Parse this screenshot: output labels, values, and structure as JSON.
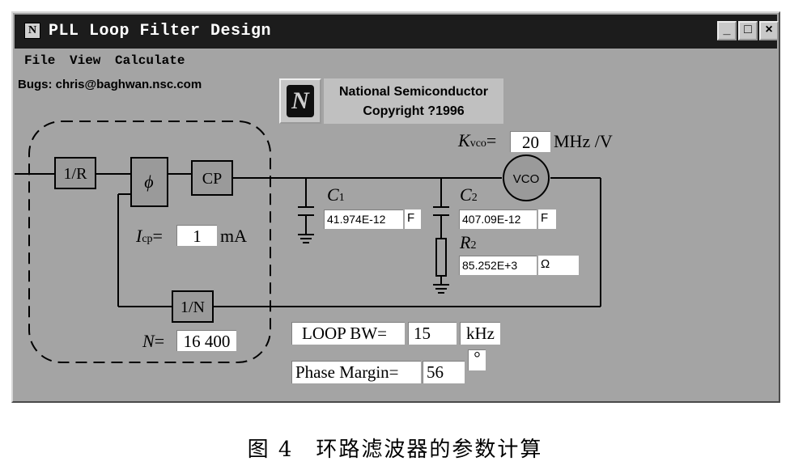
{
  "window": {
    "title": "PLL Loop Filter Design",
    "controls": {
      "minimize": "_",
      "maximize": "□",
      "close": "×"
    }
  },
  "menu": {
    "file": "File",
    "view": "View",
    "calculate": "Calculate"
  },
  "info": {
    "bugs": "Bugs: chris@baghwan.nsc.com",
    "company": "National Semiconductor",
    "copyright": "Copyright ?1996",
    "logo_letter": "N"
  },
  "blocks": {
    "div_r": "1/R",
    "phase_detector": "ϕ",
    "charge_pump": "CP",
    "div_n": "1/N",
    "vco": "VCO"
  },
  "kvco": {
    "label": "K",
    "sub": "vco",
    "equals": "=",
    "value": "20",
    "unit": "MHz /V"
  },
  "icp": {
    "label": "I",
    "sub": "cp",
    "equals": "=",
    "value": "1",
    "unit": "mA"
  },
  "n_div": {
    "label": "N",
    "equals": "=",
    "value": "16 400"
  },
  "c1": {
    "label": "C",
    "sub": "1",
    "value": "41.974E-12",
    "unit": "F"
  },
  "c2": {
    "label": "C",
    "sub": "2",
    "value": "407.09E-12",
    "unit": "F"
  },
  "r2": {
    "label": "R",
    "sub": "2",
    "value": "85.252E+3",
    "unit": "Ω"
  },
  "loop_bw": {
    "label": "LOOP BW=",
    "value": "15",
    "unit": "kHz"
  },
  "phase_margin": {
    "label": "Phase Margin=",
    "value": "56",
    "unit": "°"
  },
  "caption": "图 4　环路滤波器的参数计算"
}
